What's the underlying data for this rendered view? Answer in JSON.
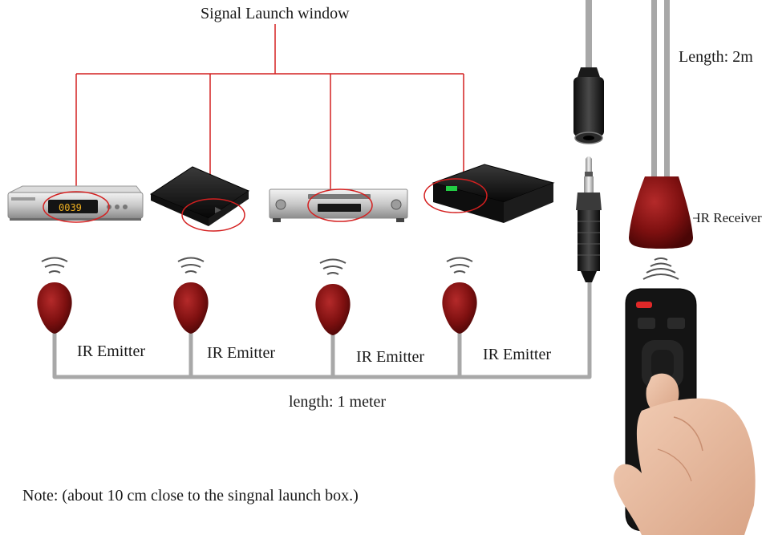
{
  "title": "Signal Launch window",
  "emitters": [
    {
      "label": "IR Emitter"
    },
    {
      "label": "IR Emitter"
    },
    {
      "label": "IR Emitter"
    },
    {
      "label": "IR Emitter"
    }
  ],
  "cable_length_emitter": "length: 1 meter",
  "cable_length_receiver": "Length: 2m",
  "receiver_label": "IR Receiver",
  "note": "Note: (about 10 cm close to the singnal launch box.)",
  "display_digits": "0039",
  "colors": {
    "callout": "#d42020",
    "emitter": "#8a1212",
    "cable": "#a8a8a8"
  }
}
